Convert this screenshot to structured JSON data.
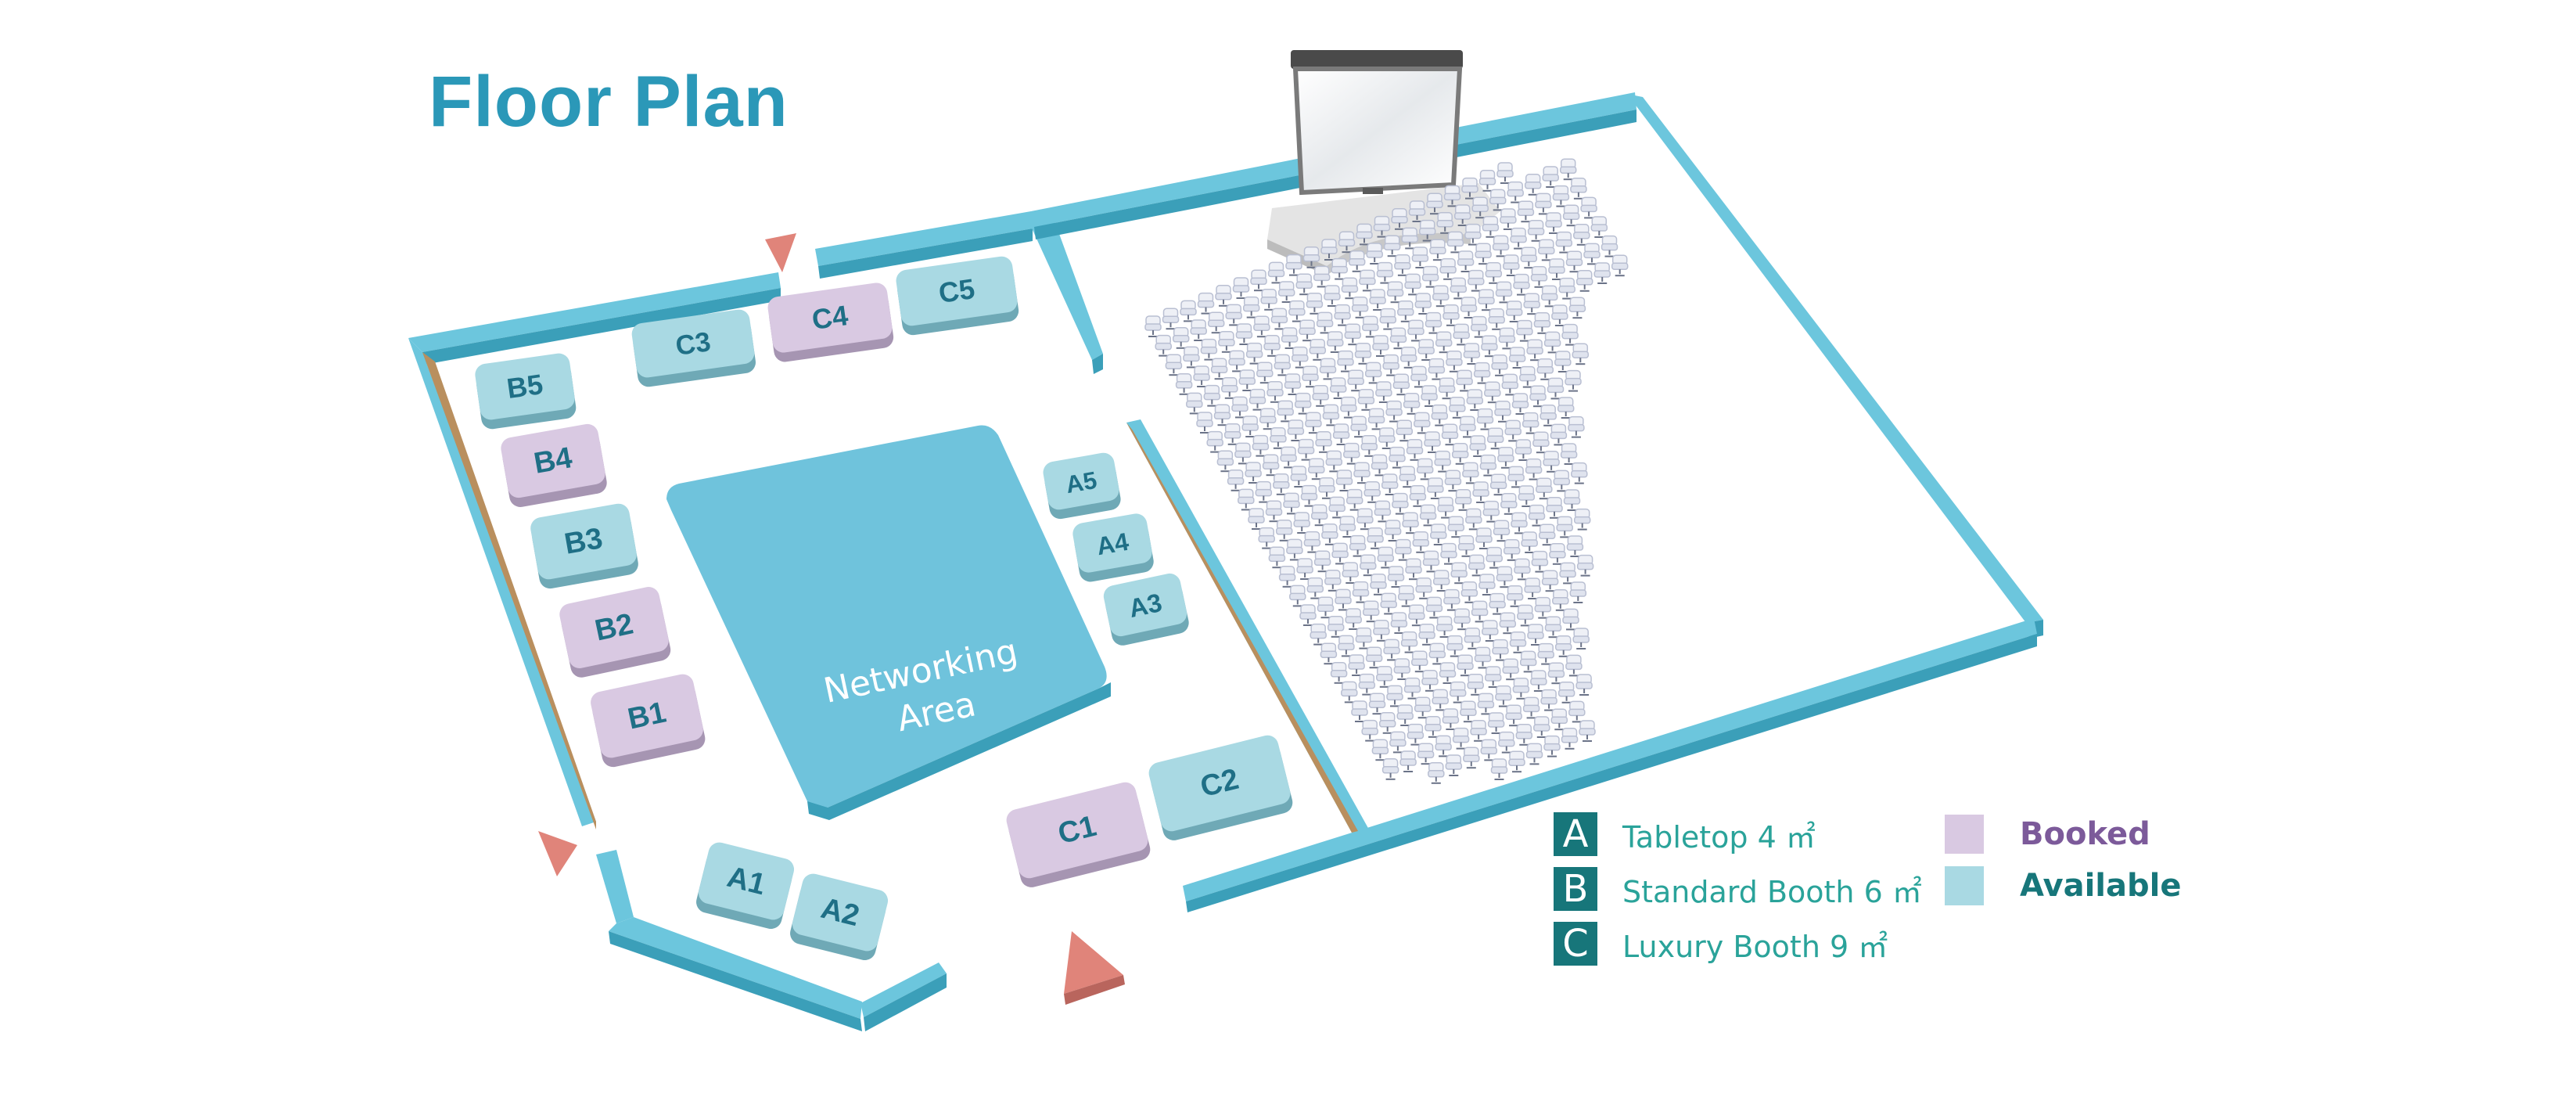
{
  "title": "Floor Plan",
  "colors": {
    "wall_top": "#6cc6dd",
    "wall_side": "#3b9fb9",
    "available_top": "#a9d9e3",
    "available_side": "#6fa9b6",
    "booked_top": "#d9c9e2",
    "booked_side": "#a695b2",
    "networking": "#6fc3dc",
    "entrance_arrow": "#e0847a",
    "legend_box": "#17767a",
    "booked_text": "#7c5a9a",
    "available_text": "#17767a"
  },
  "networking_area": {
    "line1": "Networking",
    "line2": "Area"
  },
  "booths": [
    {
      "id": "B5",
      "label": "B5",
      "status": "available"
    },
    {
      "id": "B4",
      "label": "B4",
      "status": "booked"
    },
    {
      "id": "B3",
      "label": "B3",
      "status": "available"
    },
    {
      "id": "B2",
      "label": "B2",
      "status": "booked"
    },
    {
      "id": "B1",
      "label": "B1",
      "status": "booked"
    },
    {
      "id": "C3",
      "label": "C3",
      "status": "available"
    },
    {
      "id": "C4",
      "label": "C4",
      "status": "booked"
    },
    {
      "id": "C5",
      "label": "C5",
      "status": "available"
    },
    {
      "id": "A5",
      "label": "A5",
      "status": "available"
    },
    {
      "id": "A4",
      "label": "A4",
      "status": "available"
    },
    {
      "id": "A3",
      "label": "A3",
      "status": "available"
    },
    {
      "id": "C1",
      "label": "C1",
      "status": "booked"
    },
    {
      "id": "C2",
      "label": "C2",
      "status": "available"
    },
    {
      "id": "A1",
      "label": "A1",
      "status": "available"
    },
    {
      "id": "A2",
      "label": "A2",
      "status": "available"
    }
  ],
  "legend": {
    "types": [
      {
        "letter": "A",
        "label": "Tabletop 4 ㎡"
      },
      {
        "letter": "B",
        "label": "Standard Booth 6 ㎡"
      },
      {
        "letter": "C",
        "label": "Luxury Booth 9 ㎡"
      }
    ],
    "statuses": [
      {
        "label": "Booked",
        "key": "booked"
      },
      {
        "label": "Available",
        "key": "available"
      }
    ]
  },
  "icons": {
    "entrance": "entrance-arrow-icon",
    "seat": "chair-icon",
    "screen": "projection-screen-icon"
  }
}
